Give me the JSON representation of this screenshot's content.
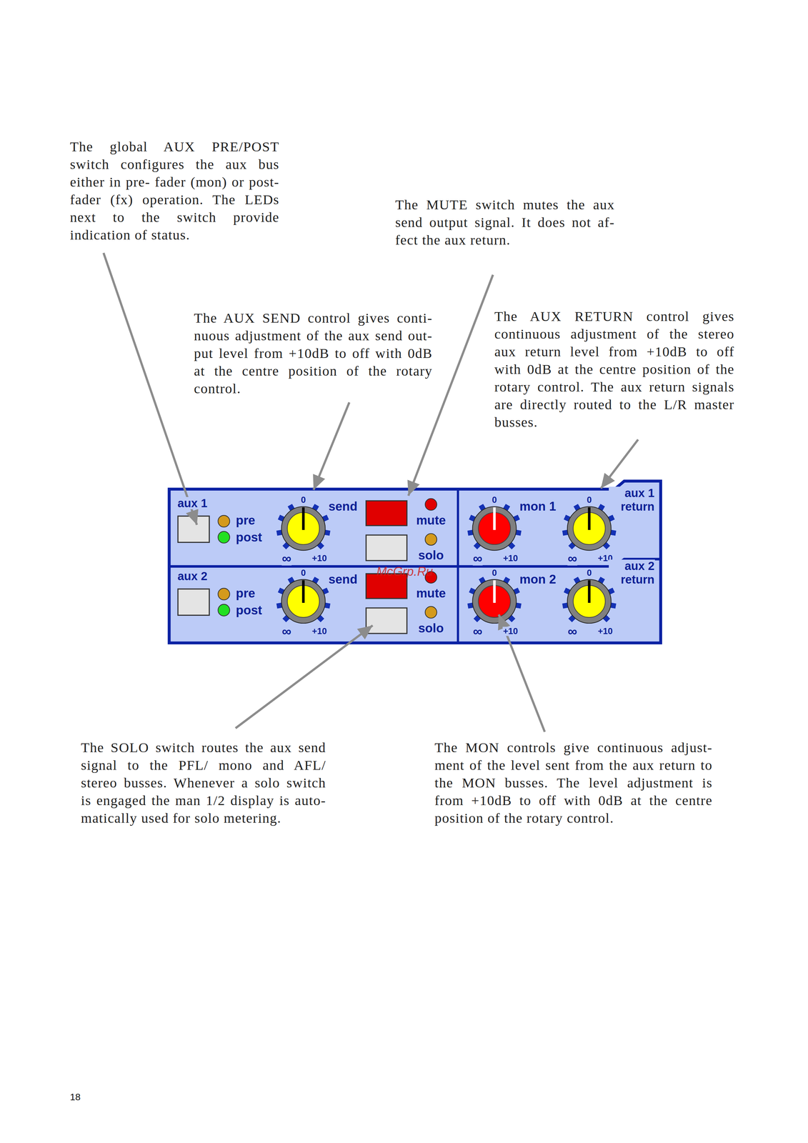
{
  "diagram": {
    "nodes": [
      {
        "text": [
          "aux 1",
          "pre",
          "post",
          "0",
          "send",
          "∞",
          "+10",
          "mute",
          "solo"
        ]
      },
      {
        "text": [
          "0",
          "mon 1",
          "0",
          "aux 1 return",
          "∞",
          "+10",
          "∞",
          "+10"
        ]
      },
      {
        "text": [
          "aux 2",
          "pre",
          "post",
          "0",
          "send",
          "∞",
          "+10",
          "mute",
          "solo"
        ]
      },
      {
        "text": [
          "0",
          "mon 2",
          "0",
          "aux 2 return",
          "∞",
          "+10",
          "∞",
          "+10"
        ]
      }
    ],
    "labels": [
      "The global AUX PRE/POST switch configures the aux bus either in pre- fader (mon) or post-fader (fx) operation. The LEDs next to the switch provide indication of status.",
      "The MUTE switch mutes the aux send output signal. It does not af- fect the aux return.",
      "The AUX SEND control gives conti- nuous adjustment of the aux send out- put level from +10dB to off with 0dB at the centre position of the rotary control.",
      "The AUX RETURN control gives continuous adjustment of the stereo aux return level from +10dB to off with 0dB at the centre position of the rotary control. The aux return signals are directly routed to the L/R master busses.",
      "The SOLO switch routes the aux send signal to the PFL/ mono and AFL/ stereo busses. Whenever a solo switch is engaged the man 1/2 display is auto- matically used for solo metering.",
      "The MON controls give continuous adjust- ment of the level sent from the aux return to the MON busses. The level adjustment is from +10dB to off with 0dB at the centre position of the rotary control.",
      "McGrp.Ru",
      "18"
    ]
  }
}
